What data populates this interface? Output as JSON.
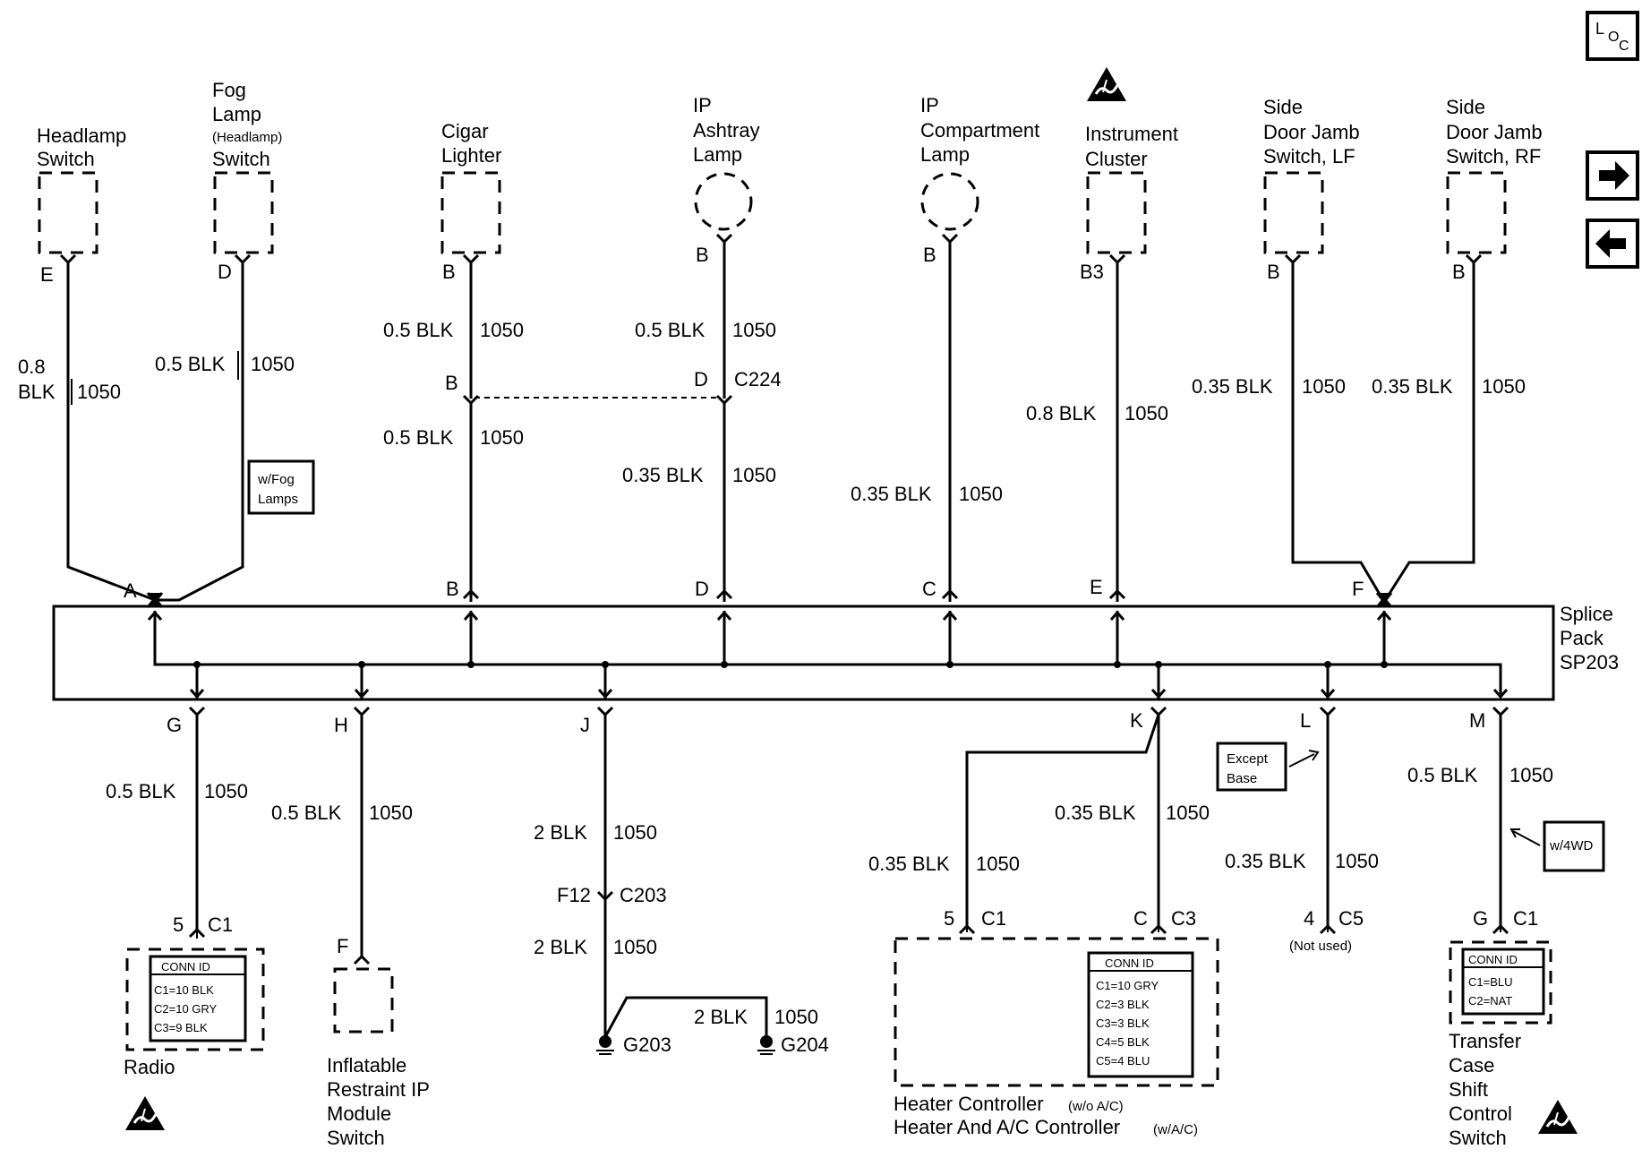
{
  "nav": {
    "loc_icon": "loc-icon",
    "next_icon": "right-arrow-icon",
    "prev_icon": "left-arrow-icon",
    "loc_text": {
      "l": "L",
      "o": "O",
      "c": "C"
    }
  },
  "top_components": [
    {
      "id": "headlamp",
      "lines": [
        "Headlamp",
        "Switch"
      ],
      "pin": "E",
      "wire": [
        "0.8",
        "BLK",
        "1050"
      ],
      "shape": "rect"
    },
    {
      "id": "fog",
      "lines": [
        "Fog",
        "Lamp",
        "(Headlamp)",
        "Switch"
      ],
      "pin": "D",
      "wire": [
        "0.5 BLK",
        "1050"
      ],
      "shape": "rect"
    },
    {
      "id": "cigar",
      "lines": [
        "Cigar",
        "Lighter"
      ],
      "pin": "B",
      "wire": [
        "0.5 BLK",
        "1050"
      ],
      "shape": "rect"
    },
    {
      "id": "ashtray",
      "lines": [
        "IP",
        "Ashtray",
        "Lamp"
      ],
      "pin": "B",
      "wire": [
        "0.5 BLK",
        "1050"
      ],
      "shape": "circle"
    },
    {
      "id": "compartment",
      "lines": [
        "IP",
        "Compartment",
        "Lamp"
      ],
      "pin": "B",
      "wire": [
        "0.35 BLK",
        "1050"
      ],
      "shape": "circle"
    },
    {
      "id": "cluster",
      "lines": [
        "Instrument",
        "Cluster"
      ],
      "pin": "B3",
      "wire": [
        "0.8 BLK",
        "1050"
      ],
      "shape": "rect",
      "esd": true
    },
    {
      "id": "jamb_lf",
      "lines": [
        "Side",
        "Door Jamb",
        "Switch, LF"
      ],
      "pin": "B",
      "wire": [
        "0.35 BLK",
        "1050"
      ],
      "shape": "rect"
    },
    {
      "id": "jamb_rf",
      "lines": [
        "Side",
        "Door Jamb",
        "Switch, RF"
      ],
      "pin": "B",
      "wire": [
        "0.35 BLK",
        "1050"
      ],
      "shape": "rect"
    }
  ],
  "cigar_connector": {
    "pin": "B",
    "lower_wire": [
      "0.5 BLK",
      "1050"
    ]
  },
  "ashtray_connector": {
    "pin": "D",
    "connector": "C224",
    "lower_wire": [
      "0.35 BLK",
      "1050"
    ]
  },
  "fog_note": [
    "w/Fog",
    "Lamps"
  ],
  "splice_pack": {
    "lines": [
      "Splice",
      "Pack",
      "SP203"
    ]
  },
  "splice_top_pins": [
    "A",
    "B",
    "D",
    "C",
    "E",
    "F"
  ],
  "splice_bottom_pins": [
    "G",
    "H",
    "J",
    "K",
    "L",
    "M"
  ],
  "bottom_circuits": {
    "radio": {
      "wire": [
        "0.5 BLK",
        "1050"
      ],
      "pin": "5",
      "connector": "C1",
      "title": "Radio",
      "conn_id": {
        "header": "CONN ID",
        "rows": [
          "C1=10 BLK",
          "C2=10 GRY",
          "C3=9 BLK"
        ]
      }
    },
    "airbag": {
      "wire": [
        "0.5 BLK",
        "1050"
      ],
      "pin": "F",
      "title": [
        "Inflatable",
        "Restraint IP",
        "Module",
        "Switch"
      ]
    },
    "ground": {
      "wire": [
        "2 BLK",
        "1050"
      ],
      "pin": "F12",
      "connector": "C203",
      "wire2": [
        "2 BLK",
        "1050"
      ],
      "wire3": [
        "2 BLK",
        "1050"
      ],
      "g1": "G203",
      "g2": "G204"
    },
    "heater": {
      "wire_a": [
        "0.35 BLK",
        "1050"
      ],
      "wire_b": [
        "0.35 BLK",
        "1050"
      ],
      "pin_a": "5",
      "conn_a": "C1",
      "pin_b": "C",
      "conn_b": "C3",
      "conn_id": {
        "header": "CONN ID",
        "rows": [
          "C1=10 GRY",
          "C2=3 BLK",
          "C3=3 BLK",
          "C4=5 BLK",
          "C5=4 BLU"
        ]
      },
      "title1": "Heater Controller",
      "title1_note": "(w/o A/C)",
      "title2": "Heater And A/C Controller",
      "title2_note": "(w/A/C)"
    },
    "unused": {
      "wire": [
        "0.35 BLK",
        "1050"
      ],
      "pin": "4",
      "connector": "C5",
      "note": "(Not used)",
      "except": [
        "Except",
        "Base"
      ]
    },
    "transfer": {
      "wire": [
        "0.5 BLK",
        "1050"
      ],
      "pin": "G",
      "connector": "C1",
      "note": "w/4WD",
      "conn_id": {
        "header": "CONN ID",
        "rows": [
          "C1=BLU",
          "C2=NAT"
        ]
      },
      "title": [
        "Transfer",
        "Case",
        "Shift",
        "Control",
        "Switch"
      ]
    }
  }
}
